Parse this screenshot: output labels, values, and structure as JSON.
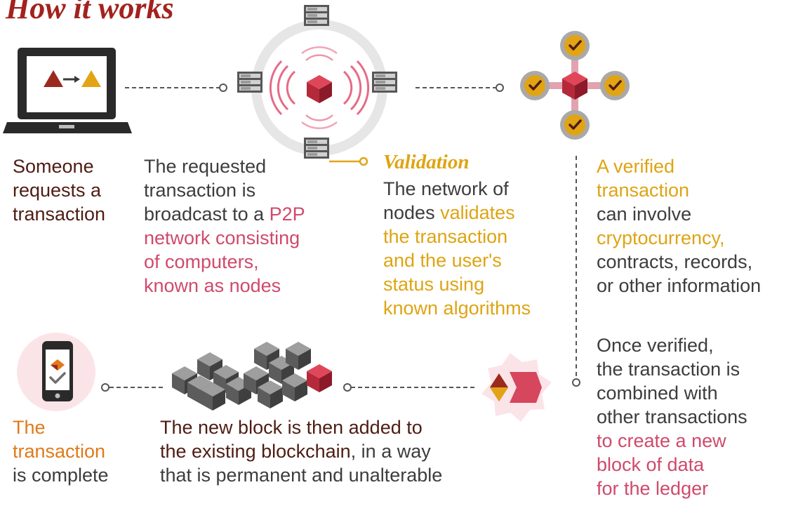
{
  "title": "How it works",
  "step1": {
    "text": [
      "Someone",
      "requests a",
      "transaction"
    ]
  },
  "step2": {
    "lines": [
      [
        {
          "t": "The requested",
          "c": "grey"
        }
      ],
      [
        {
          "t": "transaction is",
          "c": "grey"
        }
      ],
      [
        {
          "t": "broadcast to a ",
          "c": "grey"
        },
        {
          "t": "P2P",
          "c": "pink"
        }
      ],
      [
        {
          "t": "network consisting",
          "c": "pink"
        }
      ],
      [
        {
          "t": "of computers,",
          "c": "pink"
        }
      ],
      [
        {
          "t": "known as nodes",
          "c": "pink"
        }
      ]
    ]
  },
  "step3": {
    "heading": "Validation",
    "lines": [
      [
        {
          "t": "The network of",
          "c": "grey"
        }
      ],
      [
        {
          "t": "nodes ",
          "c": "grey"
        },
        {
          "t": "validates",
          "c": "gold"
        }
      ],
      [
        {
          "t": "the transaction",
          "c": "gold"
        }
      ],
      [
        {
          "t": "and the user's",
          "c": "gold"
        }
      ],
      [
        {
          "t": "status using",
          "c": "gold"
        }
      ],
      [
        {
          "t": "known algorithms",
          "c": "gold"
        }
      ]
    ]
  },
  "step4": {
    "lines": [
      [
        {
          "t": "A verified",
          "c": "gold"
        }
      ],
      [
        {
          "t": "transaction",
          "c": "gold"
        }
      ],
      [
        {
          "t": "can involve",
          "c": "grey"
        }
      ],
      [
        {
          "t": "cryptocurrency,",
          "c": "gold"
        }
      ],
      [
        {
          "t": "contracts, records,",
          "c": "grey"
        }
      ],
      [
        {
          "t": "or other information",
          "c": "grey"
        }
      ]
    ]
  },
  "step5": {
    "lines": [
      [
        {
          "t": "Once verified,",
          "c": "grey"
        }
      ],
      [
        {
          "t": "the transaction is",
          "c": "grey"
        }
      ],
      [
        {
          "t": "combined with",
          "c": "grey"
        }
      ],
      [
        {
          "t": "other transactions",
          "c": "grey"
        }
      ],
      [
        {
          "t": "to create a new",
          "c": "pink"
        }
      ],
      [
        {
          "t": "block of data",
          "c": "pink"
        }
      ],
      [
        {
          "t": "for the ledger",
          "c": "pink"
        }
      ]
    ]
  },
  "step6": {
    "lines": [
      [
        {
          "t": "The new block is then added to",
          "c": "dark"
        }
      ],
      [
        {
          "t": "the existing blockchain",
          "c": "dark"
        },
        {
          "t": ", in a way",
          "c": "grey"
        }
      ],
      [
        {
          "t": "that is permanent and unalterable",
          "c": "grey"
        }
      ]
    ]
  },
  "step7": {
    "lines": [
      [
        {
          "t": "The",
          "c": "orange"
        }
      ],
      [
        {
          "t": "transaction",
          "c": "orange"
        }
      ],
      [
        {
          "t": "is complete",
          "c": "grey"
        }
      ]
    ]
  },
  "icons": [
    "laptop-icon",
    "server-network-icon",
    "verified-nodes-icon",
    "new-block-icon",
    "blockchain-icon",
    "phone-complete-icon"
  ],
  "colors": {
    "brand_red": "#a3221e",
    "pink": "#cf4a6c",
    "gold": "#dea413",
    "orange": "#e07a1a",
    "dark_text": "#4e1d14",
    "grey_text": "#3d3d3d"
  }
}
